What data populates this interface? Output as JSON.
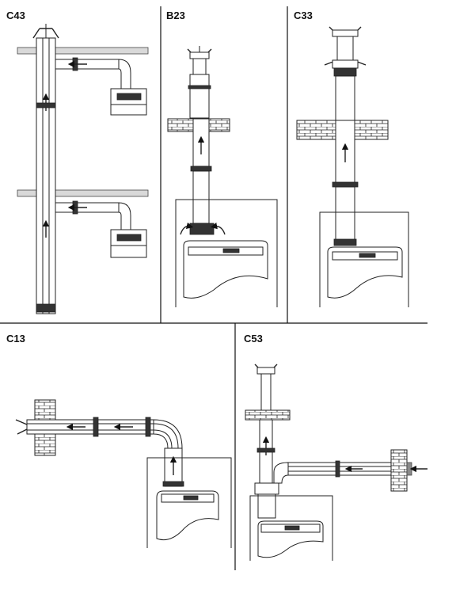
{
  "panels": [
    {
      "id": "c43",
      "label": "C43"
    },
    {
      "id": "b23",
      "label": "B23"
    },
    {
      "id": "c33",
      "label": "C33"
    },
    {
      "id": "c13",
      "label": "C13"
    },
    {
      "id": "c53",
      "label": "C53"
    }
  ]
}
